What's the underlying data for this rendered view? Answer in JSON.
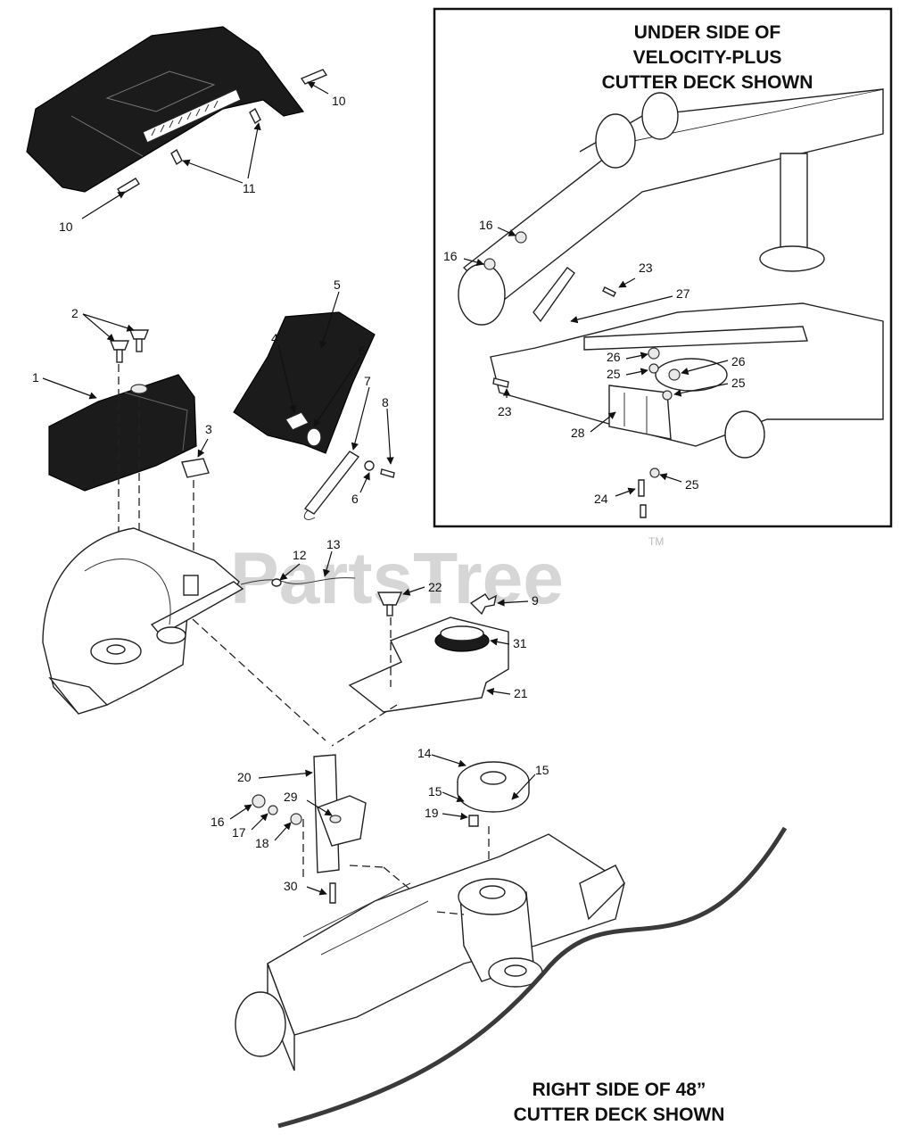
{
  "watermark": {
    "text": "PartsTree",
    "trademark": "TM"
  },
  "inset": {
    "heading_lines": [
      "UNDER SIDE OF",
      "VELOCITY-PLUS",
      "CUTTER DECK SHOWN"
    ],
    "callouts": [
      "16",
      "16",
      "23",
      "27",
      "23",
      "26",
      "25",
      "26",
      "25",
      "28",
      "24",
      "25"
    ]
  },
  "footer": {
    "heading_lines": [
      "RIGHT SIDE OF 48”",
      "CUTTER DECK SHOWN"
    ]
  },
  "callouts": {
    "deflector": [
      "10",
      "11",
      "10"
    ],
    "cover": [
      "2",
      "1",
      "3"
    ],
    "shield": [
      "5",
      "4",
      "6",
      "7",
      "8",
      "6"
    ],
    "cable": [
      "12",
      "13"
    ],
    "plate": [
      "22",
      "9",
      "31",
      "21"
    ],
    "arm": [
      "20",
      "29",
      "16",
      "17",
      "18",
      "30"
    ],
    "pulley": [
      "14",
      "15",
      "15",
      "19"
    ]
  },
  "colors": {
    "ink": "#111111",
    "part_dark": "#1b1b1b",
    "watermark": "#cfcfcf"
  }
}
